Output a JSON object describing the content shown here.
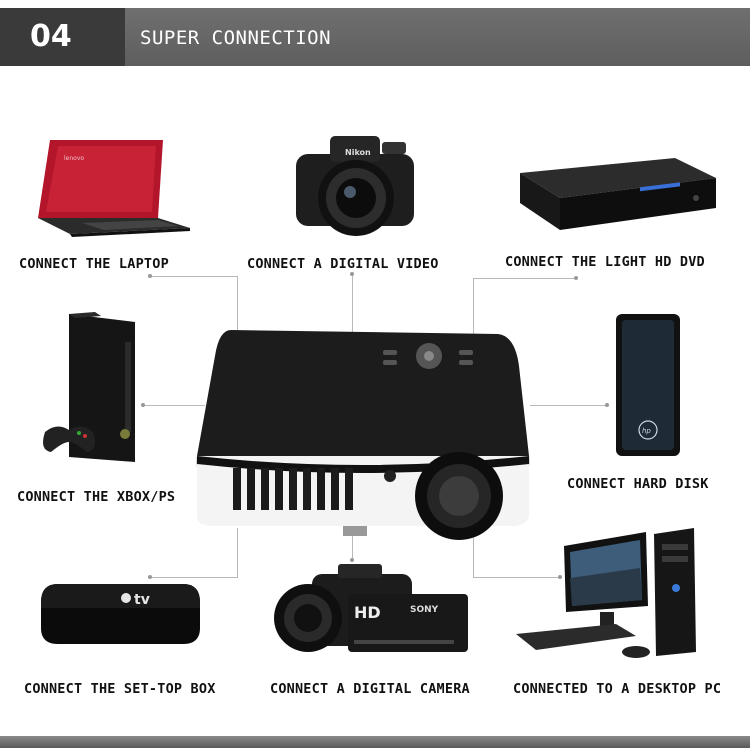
{
  "header": {
    "number": "04",
    "title": "SUPER CONNECTION"
  },
  "labels": {
    "laptop": "CONNECT THE LAPTOP",
    "video": "CONNECT A DIGITAL VIDEO",
    "dvd": "CONNECT THE LIGHT HD DVD",
    "xbox": "CONNECT THE XBOX/PS",
    "disk": "CONNECT HARD DISK",
    "settop": "CONNECT THE SET-TOP BOX",
    "camera": "CONNECT A DIGITAL CAMERA",
    "desktop": "CONNECTED TO A DESKTOP PC"
  },
  "logos": {
    "laptop_brand": "lenovo",
    "camera_brand": "Nikon",
    "tv_brand": "tv",
    "camcorder_brand": "SONY",
    "camcorder_hd": "HD",
    "disk_brand": "hp"
  },
  "colors": {
    "header_dark": "#3a3a3a",
    "header": "#666666",
    "laptop_red": "#b3152a"
  }
}
